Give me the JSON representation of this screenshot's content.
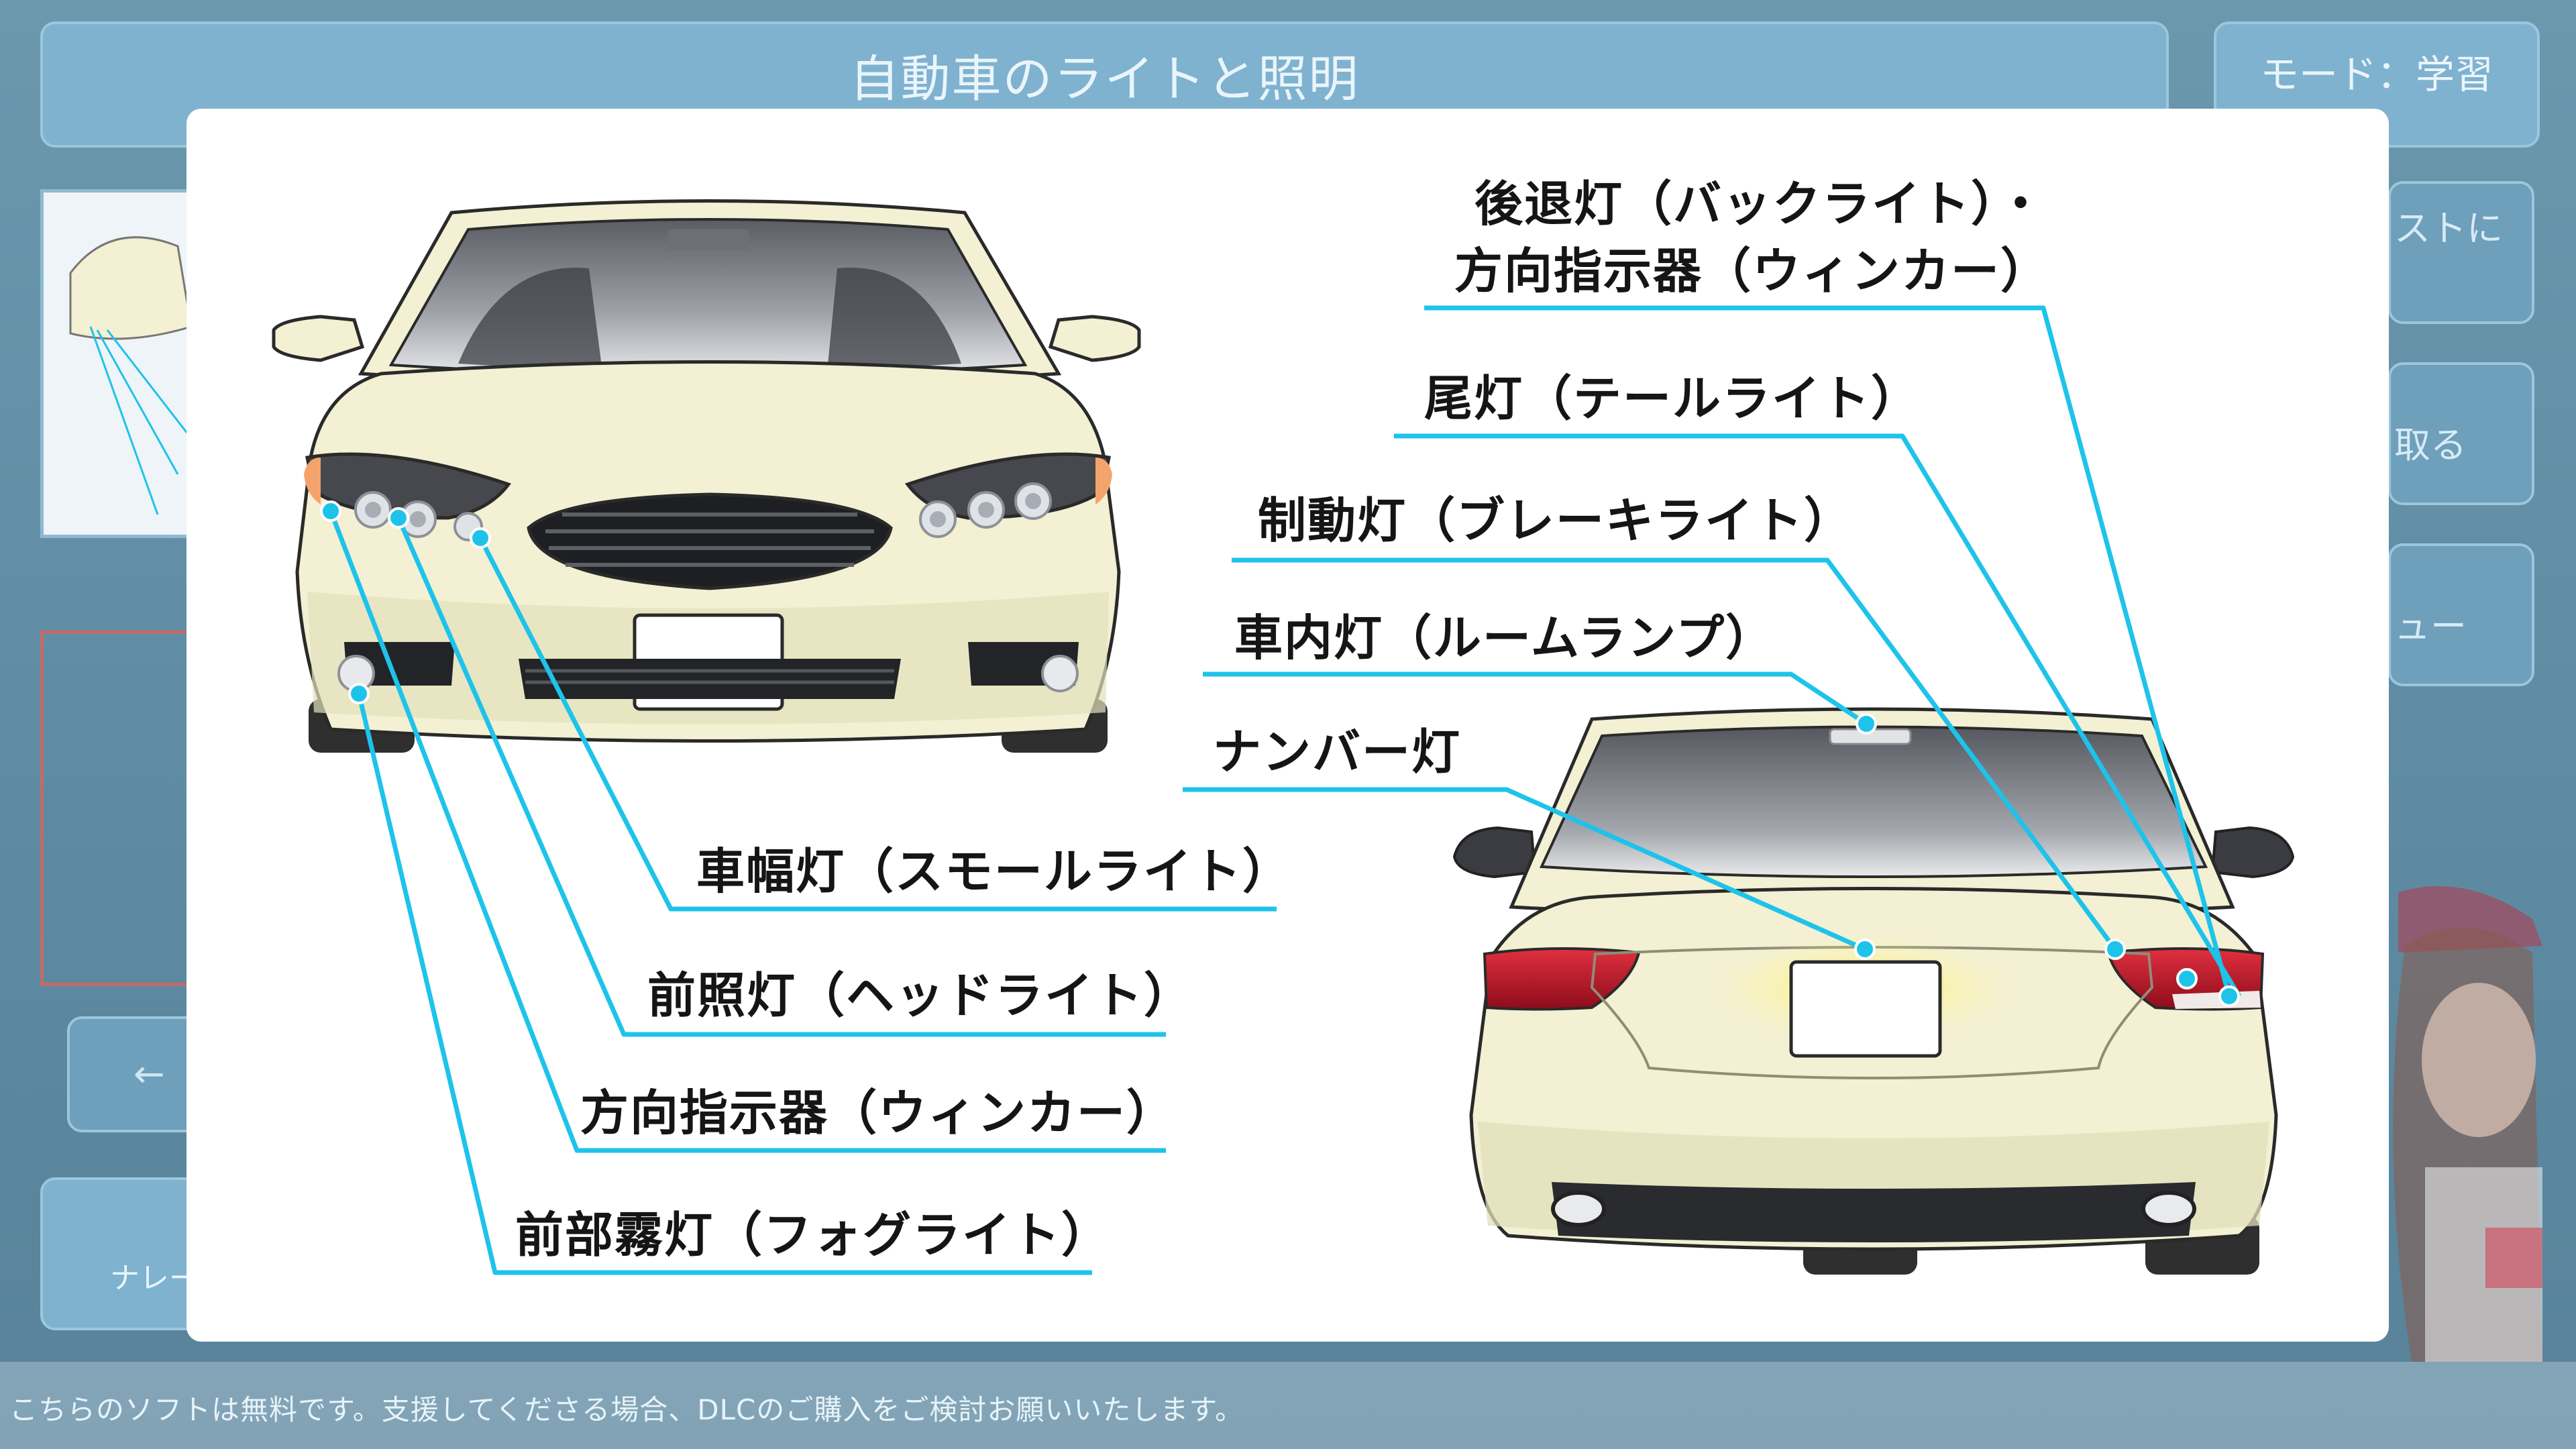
{
  "header": {
    "title": "自動車のライトと照明",
    "mode_label": "モード：学習"
  },
  "side_buttons": [
    {
      "label": "ストに"
    },
    {
      "label": "取る"
    },
    {
      "label": "ュー"
    }
  ],
  "left_panel": {
    "back_label": "←",
    "narration_label": "ナレー"
  },
  "footer": {
    "notice": "こちらのソフトは無料です。支援してくださる場合、DLCのご購入をご検討お願いいたします。"
  },
  "diagram": {
    "front_labels": {
      "side_light": "車幅灯（スモールライト）",
      "head_light": "前照灯（ヘッドライト）",
      "turn_signal": "方向指示器（ウィンカー）",
      "fog_light": "前部霧灯（フォグライト）"
    },
    "rear_labels": {
      "back_turn_line1": "後退灯（バックライト）・",
      "back_turn_line2": "方向指示器（ウィンカー）",
      "tail_light": "尾灯（テールライト）",
      "brake_light": "制動灯（ブレーキライト）",
      "room_lamp": "車内灯（ルームランプ）",
      "plate_light": "ナンバー灯"
    },
    "colors": {
      "leader_line": "#1ec3ea",
      "car_body": "#f3f0d3",
      "tail_lamp": "#c0152a",
      "plate_glow": "#fff35a"
    }
  }
}
